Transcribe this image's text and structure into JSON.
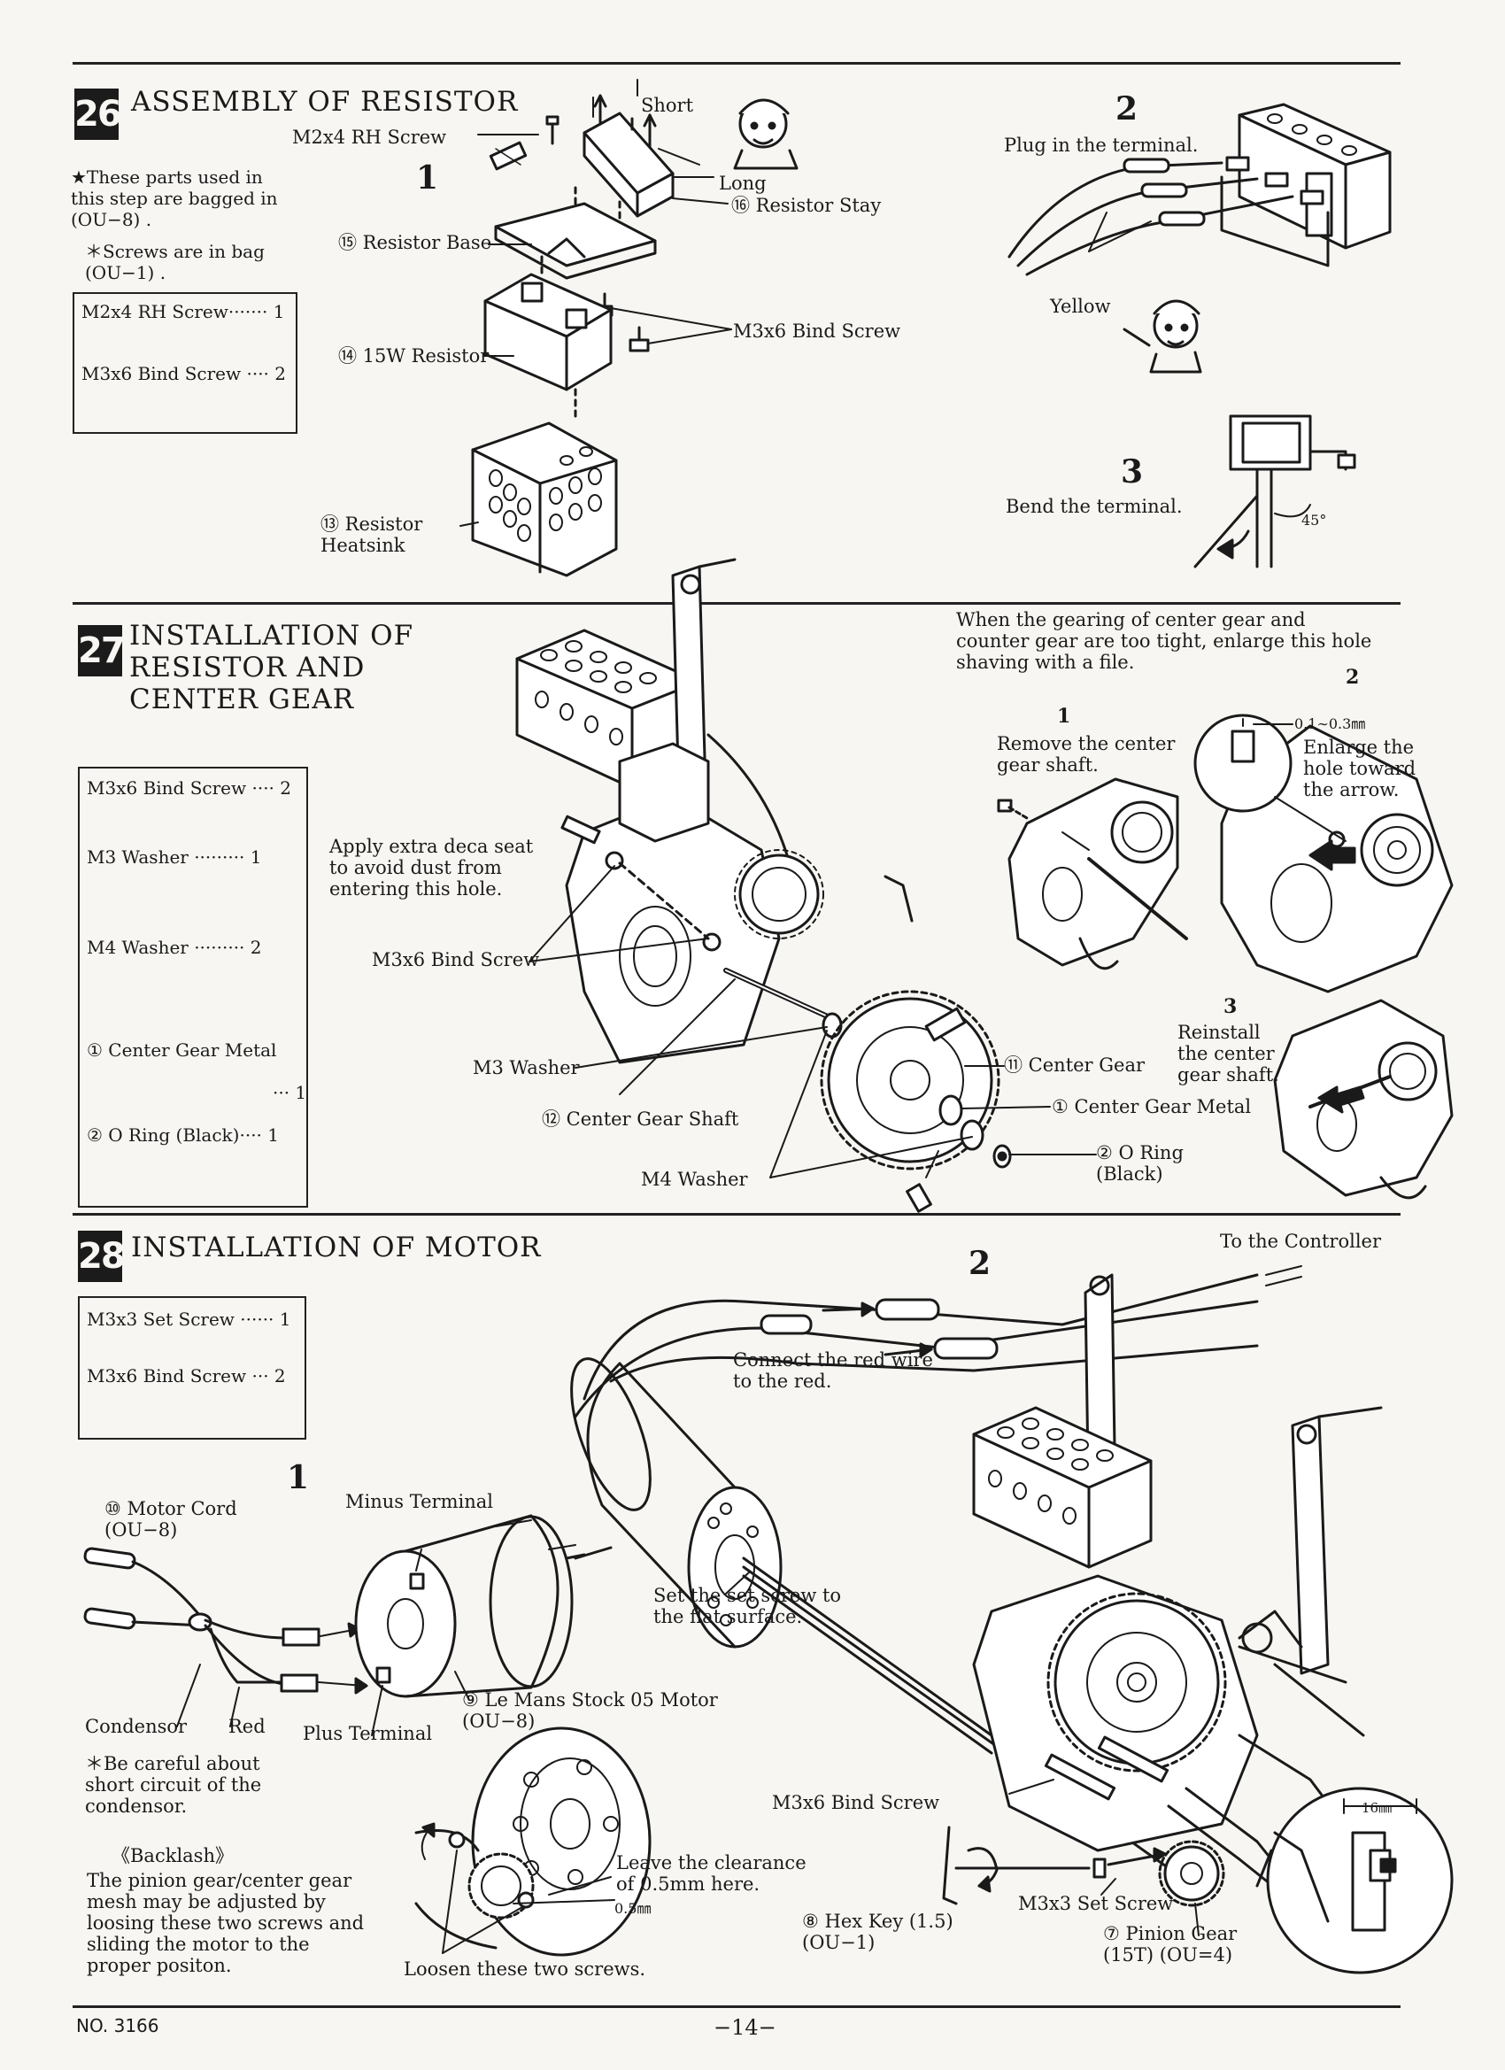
{
  "s26": {
    "number": "26",
    "title": "ASSEMBLY OF RESISTOR",
    "note1": "★These parts used in this step are bagged in (OU−8) .",
    "note2": "＊Screws are in bag (OU−1) .",
    "box": {
      "item1": "M2x4 RH Screw······· 1",
      "item2": "M3x6 Bind Screw ···· 2"
    },
    "step1": "1",
    "step2": "2",
    "step3": "3",
    "labels": {
      "m2x4": "M2x4 RH Screw",
      "short": "Short",
      "long": "Long",
      "stay": "⑯ Resistor Stay",
      "base": "⑮ Resistor Base",
      "resistor": "⑭ 15W Resistor",
      "m3x6": "M3x6 Bind Screw",
      "heatsink": "⑬ Resistor Heatsink",
      "plug": "Plug in the terminal.",
      "yellow": "Yellow",
      "bend": "Bend the terminal.",
      "deg": "45°"
    }
  },
  "s27": {
    "number": "27",
    "title": "INSTALLATION OF RESISTOR AND CENTER GEAR",
    "box": {
      "item1": "M3x6 Bind Screw ···· 2",
      "item2": "M3 Washer ········· 1",
      "item3": "M4 Washer ········· 2",
      "item4": "① Center Gear Metal",
      "item4q": "··· 1",
      "item5": "② O Ring (Black)···· 1"
    },
    "labels": {
      "gearing": "When the gearing of center gear and counter gear are too tight, enlarge this hole shaving with a file.",
      "apply": "Apply extra deca seat to avoid dust from entering this hole.",
      "m3x6": "M3x6 Bind Screw",
      "m3washer": "M3 Washer",
      "shaft": "⑫ Center Gear Shaft",
      "m4washer": "M4 Washer",
      "centergear": "⑪ Center Gear",
      "metal": "① Center Gear Metal",
      "oring": "② O Ring (Black)",
      "n1": "1",
      "remove": "Remove the center gear shaft.",
      "n2": "2",
      "range": "0.1∼0.3㎜",
      "enlarge": "Enlarge the hole toward the arrow.",
      "n3": "3",
      "reinstall": "Reinstall the center gear shaft."
    }
  },
  "s28": {
    "number": "28",
    "title": "INSTALLATION OF MOTOR",
    "box": {
      "item1": "M3x3 Set Screw ······ 1",
      "item2": "M3x6 Bind Screw ··· 2"
    },
    "labels": {
      "n1": "1",
      "n2": "2",
      "cord": "⑩ Motor Cord (OU−8)",
      "minus": "Minus Terminal",
      "condensor": "Condensor",
      "red": "Red",
      "plus": "Plus Terminal",
      "motor": "⑨ Le Mans Stock 05 Motor (OU−8)",
      "careful": "＊Be careful about short circuit of the condensor.",
      "backlash": "《Backlash》",
      "backlashtext": "The pinion gear∕center gear mesh may be adjusted by loosing these two screws and sliding the motor to the proper positon.",
      "clearance": "Leave the clearance of 0.5mm here.",
      "mm05": "0.5㎜",
      "loosen": "Loosen these two screws.",
      "controller": "To the Controller",
      "connect": "Connect the red wire to the red.",
      "setscrew": "Set the set screw to the flat surface.",
      "m3x6": "M3x6 Bind Screw",
      "hexkey": "⑧ Hex Key (1.5) (OU−1)",
      "m3x3": "M3x3 Set Screw",
      "pinion": "⑦ Pinion Gear (15T) (OU=4)",
      "mm16": "16㎜"
    }
  },
  "footer": {
    "model": "NO. 3166",
    "page": "−14−"
  }
}
